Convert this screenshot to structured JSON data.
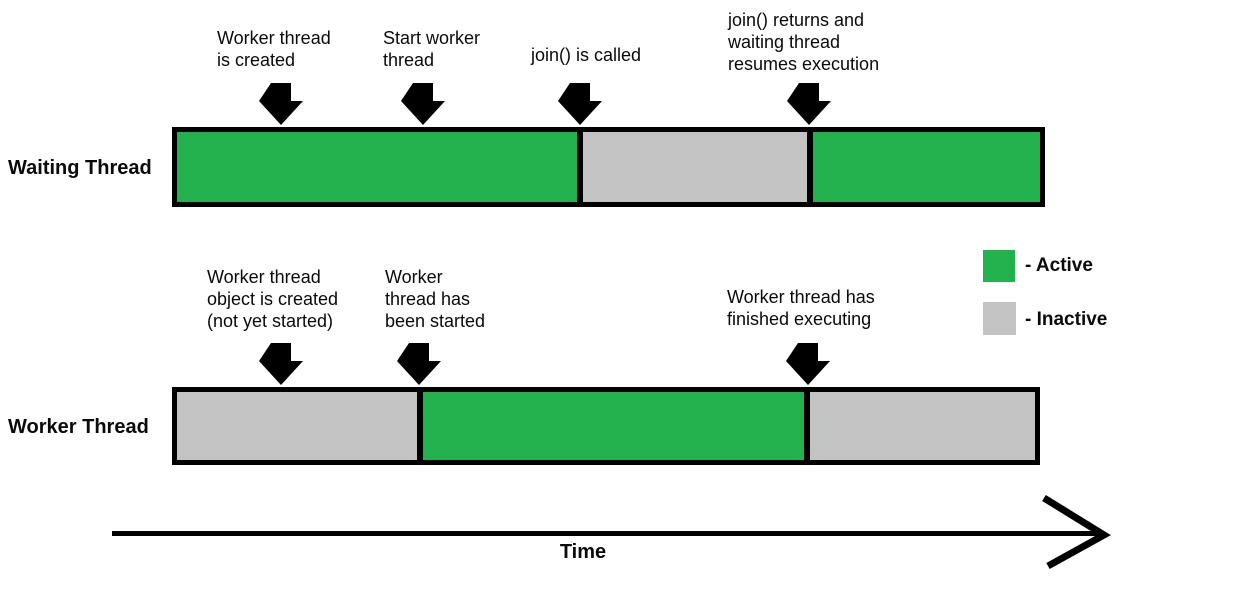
{
  "colors": {
    "active": "#22B14C",
    "inactive": "#C3C3C3",
    "outline": "#000000"
  },
  "waiting_thread": {
    "label": "Waiting Thread",
    "annotations": [
      {
        "lines": [
          "Worker thread",
          "is created"
        ]
      },
      {
        "lines": [
          "Start worker",
          "thread"
        ]
      },
      {
        "lines": [
          "join() is called"
        ]
      },
      {
        "lines": [
          "join() returns and",
          "waiting thread",
          "resumes execution"
        ]
      }
    ],
    "segments": [
      {
        "state": "active"
      },
      {
        "state": "inactive"
      },
      {
        "state": "active"
      }
    ]
  },
  "worker_thread": {
    "label": "Worker Thread",
    "annotations": [
      {
        "lines": [
          "Worker thread",
          "object is created",
          "(not yet started)"
        ]
      },
      {
        "lines": [
          "Worker",
          "thread has",
          "been started"
        ]
      },
      {
        "lines": [
          "Worker thread has",
          "finished executing"
        ]
      }
    ],
    "segments": [
      {
        "state": "inactive"
      },
      {
        "state": "active"
      },
      {
        "state": "inactive"
      }
    ]
  },
  "legend": {
    "active_label": "- Active",
    "inactive_label": "- Inactive"
  },
  "axis": {
    "label": "Time"
  }
}
